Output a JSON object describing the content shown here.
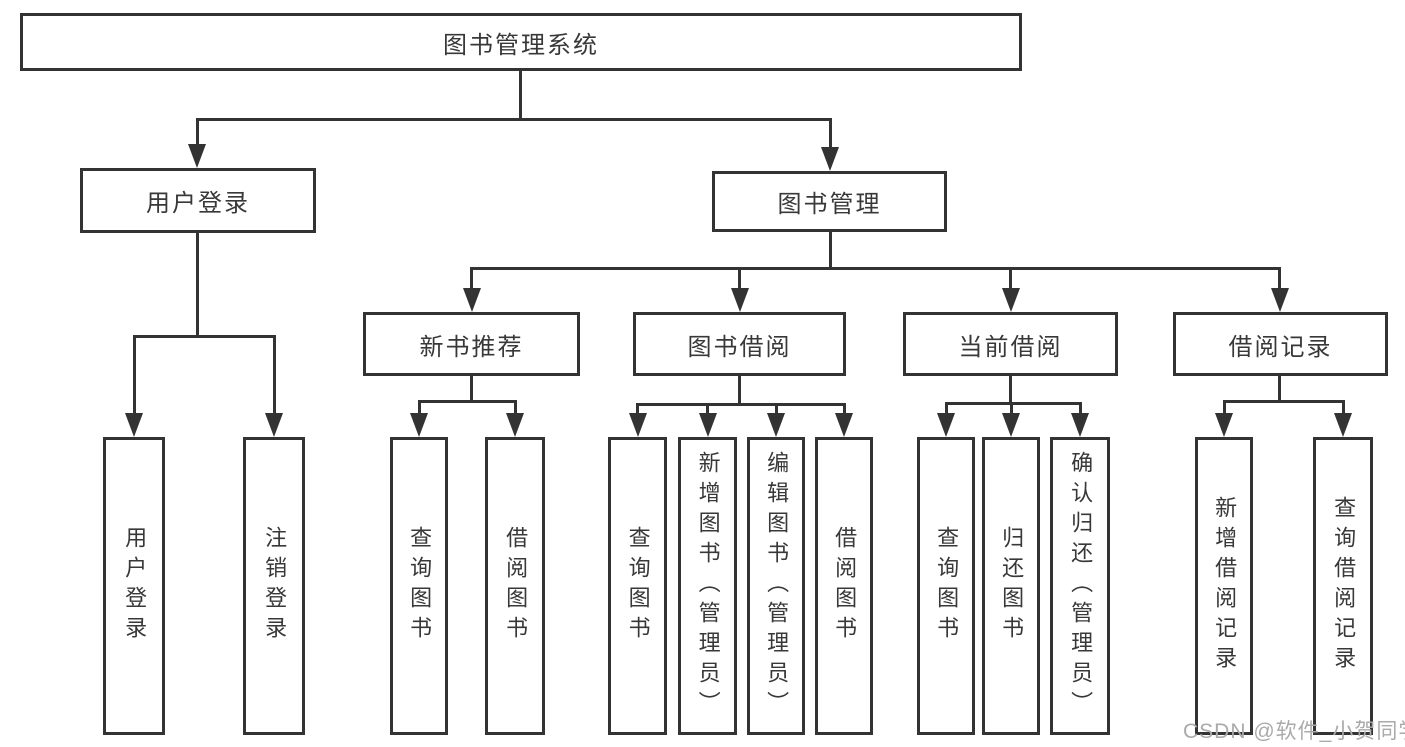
{
  "tree": {
    "label": "图书管理系统",
    "children": [
      {
        "label": "用户登录",
        "children": [
          {
            "label": "用户登录"
          },
          {
            "label": "注销登录"
          }
        ]
      },
      {
        "label": "图书管理",
        "children": [
          {
            "label": "新书推荐",
            "children": [
              {
                "label": "查询图书"
              },
              {
                "label": "借阅图书"
              }
            ]
          },
          {
            "label": "图书借阅",
            "children": [
              {
                "label": "查询图书"
              },
              {
                "label": "新增图书（管理员）"
              },
              {
                "label": "编辑图书（管理员）"
              },
              {
                "label": "借阅图书"
              }
            ]
          },
          {
            "label": "当前借阅",
            "children": [
              {
                "label": "查询图书"
              },
              {
                "label": "归还图书"
              },
              {
                "label": "确认归还（管理员）"
              }
            ]
          },
          {
            "label": "借阅记录",
            "children": [
              {
                "label": "新增借阅记录"
              },
              {
                "label": "查询借阅记录"
              }
            ]
          }
        ]
      }
    ]
  },
  "watermark": "CSDN @软件_小贺同学",
  "colors": {
    "line": "#333333",
    "box_border": "#333333",
    "box_fill": "#ffffff",
    "text": "#383838",
    "watermark": "#aaaaaa",
    "background": "#ffffff"
  }
}
